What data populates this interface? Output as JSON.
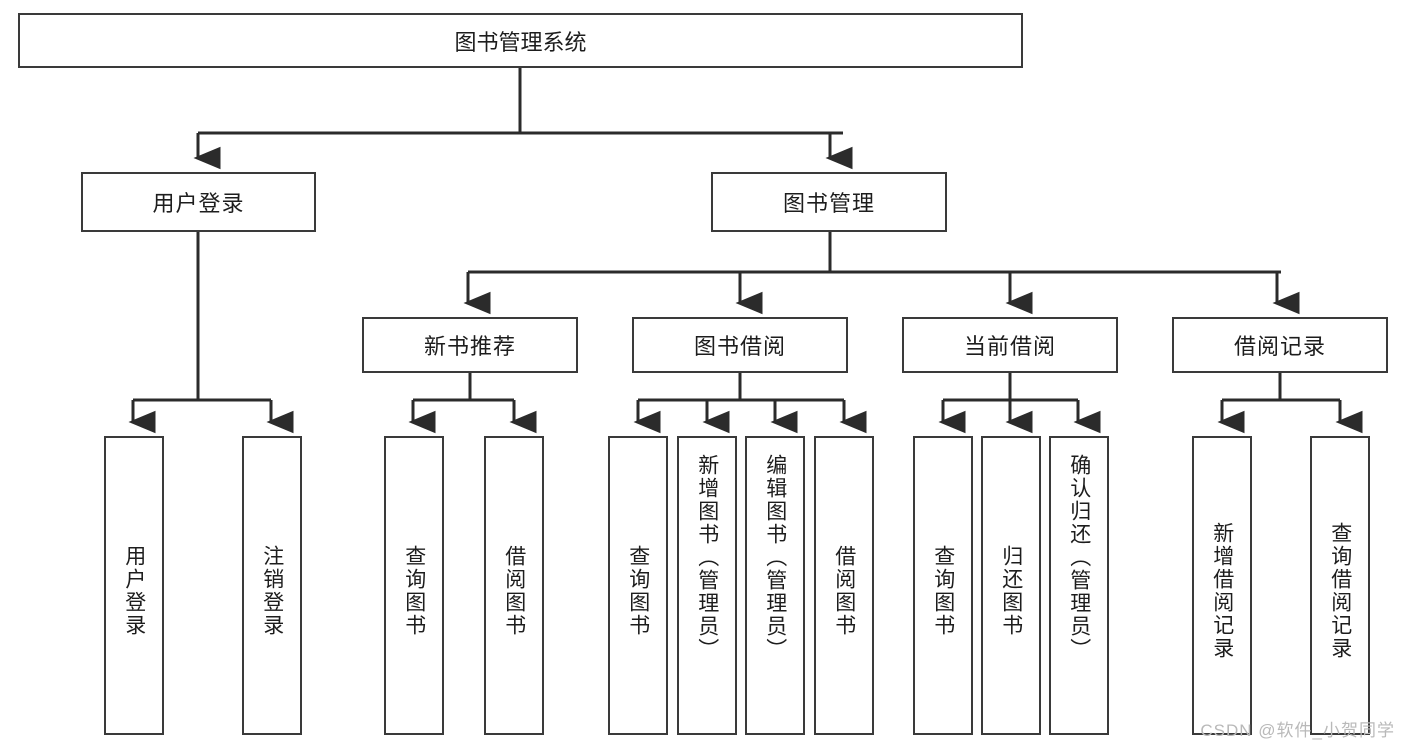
{
  "diagram": {
    "title": "图书管理系统",
    "type": "tree-hierarchy-diagram",
    "watermark": "CSDN @软件_小贺同学",
    "colors": {
      "box_border": "#3a3a3a",
      "box_fill": "#ffffff",
      "connector": "#2b2b2b",
      "text": "#1d1d1d",
      "watermark": "#b9b9b9"
    },
    "root": {
      "label": "图书管理系统"
    },
    "level2": [
      {
        "id": "user-login",
        "label": "用户登录"
      },
      {
        "id": "book-manage",
        "label": "图书管理"
      }
    ],
    "level3": [
      {
        "id": "new-book-recommend",
        "label": "新书推荐"
      },
      {
        "id": "book-borrow",
        "label": "图书借阅"
      },
      {
        "id": "current-borrow",
        "label": "当前借阅"
      },
      {
        "id": "borrow-record",
        "label": "借阅记录"
      }
    ],
    "leaves": {
      "user_login": [
        {
          "id": "leaf-user-login",
          "label": "用户登录"
        },
        {
          "id": "leaf-logout-login",
          "label": "注销登录"
        }
      ],
      "new_book_recommend": [
        {
          "id": "leaf-query-book-1",
          "label": "查询图书"
        },
        {
          "id": "leaf-borrow-book-1",
          "label": "借阅图书"
        }
      ],
      "book_borrow": [
        {
          "id": "leaf-query-book-2",
          "label": "查询图书"
        },
        {
          "id": "leaf-add-book",
          "label": "新增图书（管理员）"
        },
        {
          "id": "leaf-edit-book",
          "label": "编辑图书（管理员）"
        },
        {
          "id": "leaf-borrow-book-2",
          "label": "借阅图书"
        }
      ],
      "current_borrow": [
        {
          "id": "leaf-query-book-3",
          "label": "查询图书"
        },
        {
          "id": "leaf-return-book",
          "label": "归还图书"
        },
        {
          "id": "leaf-confirm-return",
          "label": "确认归还（管理员）"
        }
      ],
      "borrow_record": [
        {
          "id": "leaf-add-record",
          "label": "新增借阅记录"
        },
        {
          "id": "leaf-query-record",
          "label": "查询借阅记录"
        }
      ]
    }
  }
}
